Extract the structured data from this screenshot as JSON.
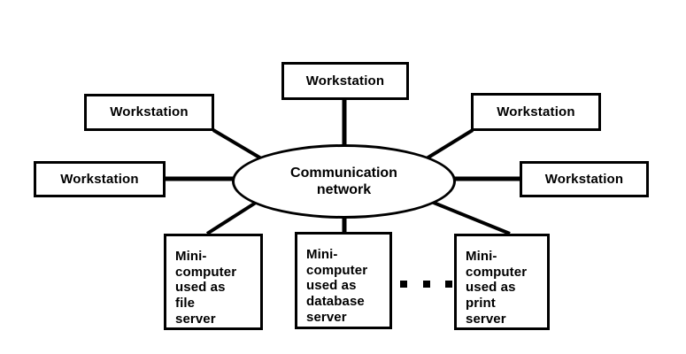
{
  "diagram": {
    "type": "network-topology",
    "title_node": {
      "label_line1": "Communication",
      "label_line2": "network",
      "shape": "ellipse"
    },
    "workstations": [
      {
        "id": "workstation-top",
        "label": "Workstation"
      },
      {
        "id": "workstation-upper-left",
        "label": "Workstation"
      },
      {
        "id": "workstation-left",
        "label": "Workstation"
      },
      {
        "id": "workstation-upper-right",
        "label": "Workstation"
      },
      {
        "id": "workstation-right",
        "label": "Workstation"
      }
    ],
    "servers": [
      {
        "id": "server-file",
        "lines": [
          "Mini-",
          "computer",
          "used as",
          "file",
          "server"
        ]
      },
      {
        "id": "server-database",
        "lines": [
          "Mini-",
          "computer",
          "used as",
          "database",
          "server"
        ]
      },
      {
        "id": "server-print",
        "lines": [
          "Mini-",
          "computer",
          "used as",
          "print",
          "server"
        ]
      }
    ],
    "ellipsis": {
      "symbol": "...",
      "dot_count": 3
    },
    "colors": {
      "stroke": "#000000",
      "fill": "#ffffff",
      "text": "#000000"
    }
  }
}
